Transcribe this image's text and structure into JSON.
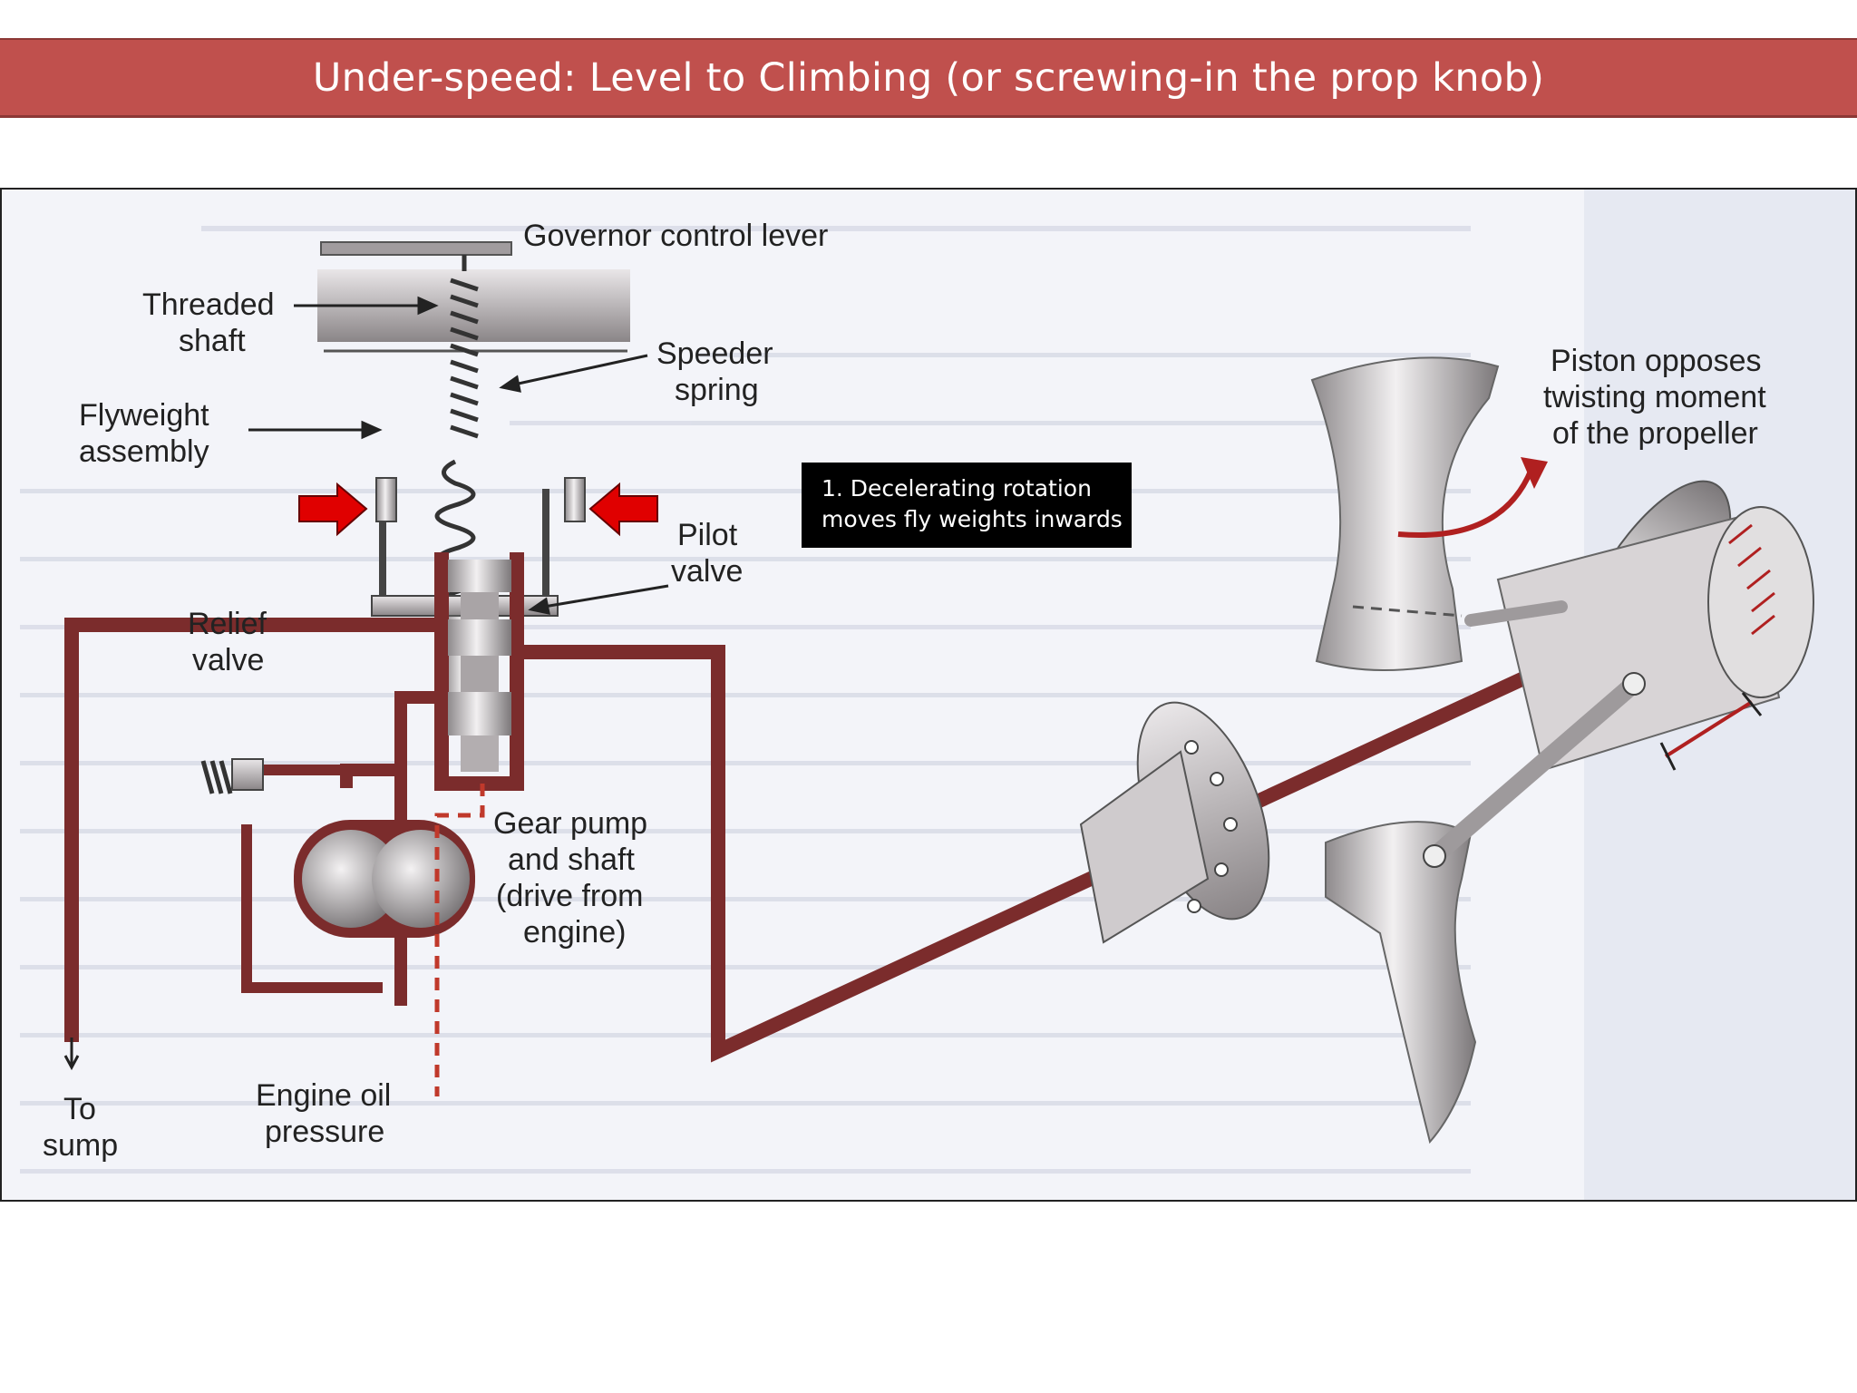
{
  "title": "Under-speed:  Level to Climbing (or screwing-in the prop knob)",
  "callout": {
    "line1": "1. Decelerating rotation",
    "line2": "moves fly weights inwards"
  },
  "labels": {
    "governor_control_lever": "Governor control lever",
    "threaded_shaft_1": "Threaded",
    "threaded_shaft_2": "shaft",
    "speeder_spring_1": "Speeder",
    "speeder_spring_2": "spring",
    "flyweight_assembly_1": "Flyweight",
    "flyweight_assembly_2": "assembly",
    "pilot_valve_1": "Pilot",
    "pilot_valve_2": "valve",
    "relief_valve_1": "Relief",
    "relief_valve_2": "valve",
    "gear_pump_1": "Gear pump",
    "gear_pump_2": "and shaft",
    "gear_pump_3": "(drive from",
    "gear_pump_4": "engine)",
    "engine_oil_pressure_1": "Engine oil",
    "engine_oil_pressure_2": "pressure",
    "to_sump_1": "To",
    "to_sump_2": "sump",
    "piston_1": "Piston opposes",
    "piston_2": "twisting moment",
    "piston_3": "of the propeller"
  },
  "colors": {
    "title_bar": "#c0504d",
    "oil_line": "#7b2c2c",
    "callout_bg": "#000000",
    "indicator_arrow": "#e00000"
  }
}
